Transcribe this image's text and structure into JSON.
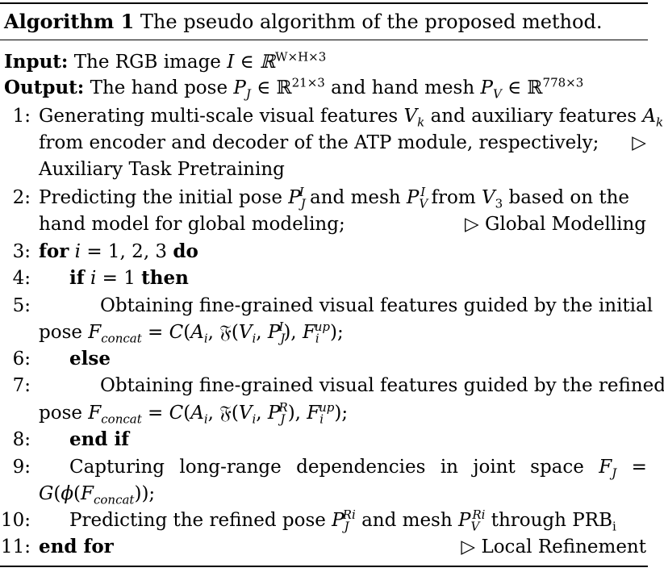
{
  "algorithm": {
    "caption_label": "Algorithm 1",
    "caption_text": "The pseudo algorithm of the proposed method.",
    "input_label": "Input:",
    "input_text": "The RGB image",
    "input_math": "I ∈ ℝ",
    "input_sup": "W×H×3",
    "output_label": "Output:",
    "output_text": "The hand pose",
    "output_pose_math": "P",
    "output_pose_sub": "J",
    "output_in1": "∈ ℝ",
    "output_sup1": "21×3",
    "output_and": "and hand mesh",
    "output_mesh_math": "P",
    "output_mesh_sub": "V",
    "output_in2": "∈ ℝ",
    "output_sup2": "778×3",
    "steps": [
      {
        "num": "1:",
        "lines": [
          "Generating multi-scale visual features V_k and auxiliary features A_k",
          "from encoder and decoder of the ATP module, respectively;",
          "Auxiliary Task Pretraining"
        ]
      },
      {
        "num": "2:",
        "lines": [
          "Predicting the initial pose P_J^I and mesh P_V^I from V_3 based on the",
          "hand model for global modeling;",
          "Global Modelling"
        ]
      },
      {
        "num": "3:",
        "lines": [
          "for",
          "i = 1, 2, 3",
          "do"
        ]
      },
      {
        "num": "4:",
        "lines": [
          "if",
          "i = 1",
          "then"
        ]
      },
      {
        "num": "5:",
        "lines": [
          "Obtaining fine-grained visual features guided by the initial",
          "pose F_concat = C(A_i, F(V_i, P_J^I), F_i^up);"
        ]
      },
      {
        "num": "6:",
        "lines": [
          "else"
        ]
      },
      {
        "num": "7:",
        "lines": [
          "Obtaining fine-grained visual features guided by the refined",
          "pose F_concat = C(A_i, F(V_i, P_J^R), F_i^up);"
        ]
      },
      {
        "num": "8:",
        "lines": [
          "end if"
        ]
      },
      {
        "num": "9:",
        "lines": [
          "Capturing long-range dependencies in joint space F_J =",
          "G(ϕ(F_concat));"
        ]
      },
      {
        "num": "10:",
        "lines": [
          "Predicting the refined pose P_J^Ri and mesh P_V^Ri through PRB_i"
        ]
      },
      {
        "num": "11:",
        "lines": [
          "end for",
          "Local Refinement"
        ]
      }
    ],
    "comment_marker": "▷"
  }
}
